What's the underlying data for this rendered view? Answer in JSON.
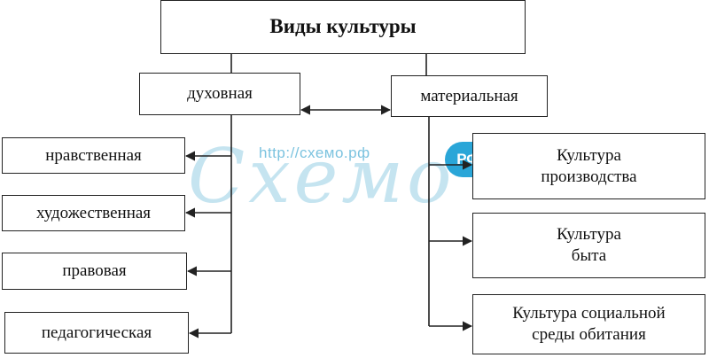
{
  "diagram": {
    "title": "Виды культуры",
    "level1": {
      "spiritual": "духовная",
      "material": "материальная"
    },
    "spiritual_kinds": [
      "нравственная",
      "художественная",
      "правовая",
      "педагогическая"
    ],
    "material_kinds": [
      "Культура\nпроизводства",
      "Культура\nбыта",
      "Культура социальной\nсреды обитания"
    ]
  },
  "watermark": {
    "url": "http://схемо.рф",
    "word": "Схемо",
    "badge": "РФ",
    "color": "#2aa6d8"
  },
  "colors": {
    "line": "#222222",
    "background": "#ffffff"
  }
}
